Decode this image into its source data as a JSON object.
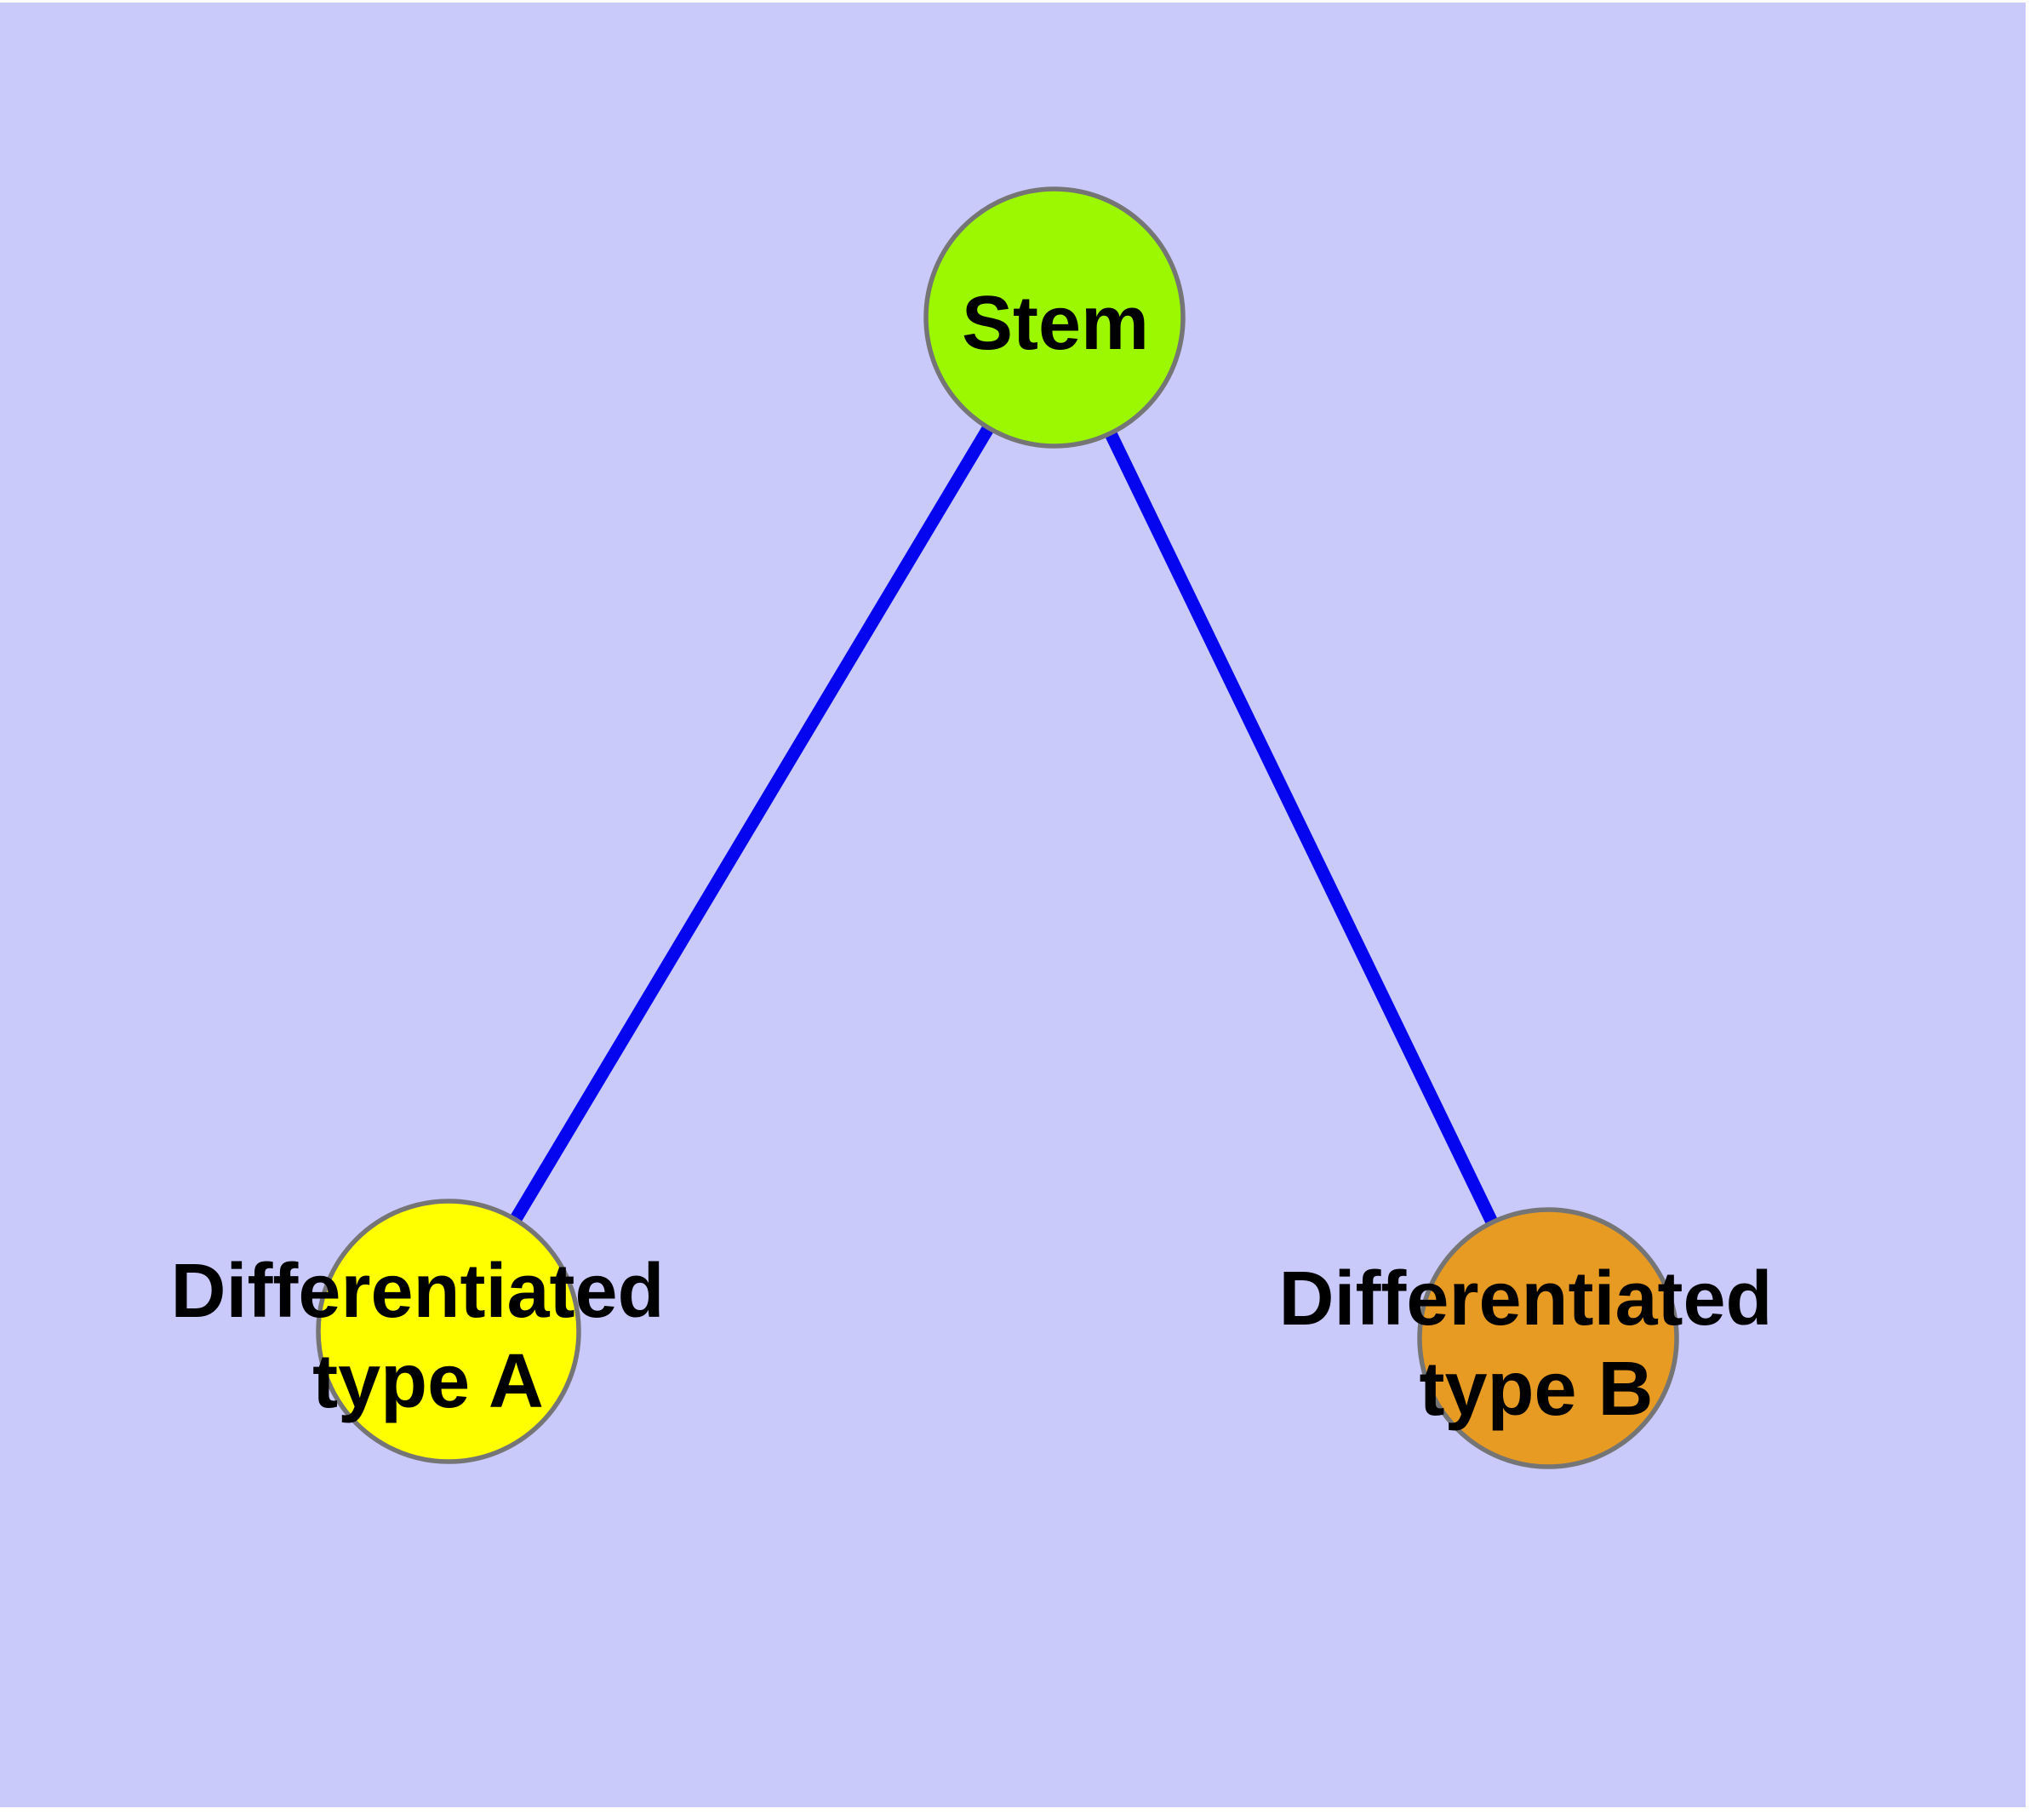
{
  "canvas": {
    "background_color": "#C9C9FA",
    "page_color": "#FFFFFF"
  },
  "diagram": {
    "type": "graph",
    "title": "",
    "text_color": "#000000",
    "node_border_color": "#757575",
    "edge_color": "#0505F0",
    "nodes": [
      {
        "id": "stem",
        "label": "Stem",
        "fill": "#9BF800",
        "border_color": "#757575"
      },
      {
        "id": "differentiated-type-a",
        "label_line1": "Differentiated",
        "label_line2": "type A",
        "fill": "#FFFF00",
        "border_color": "#757575"
      },
      {
        "id": "differentiated-type-b",
        "label_line1": "Differentiated",
        "label_line2": "type B",
        "fill": "#E89B23",
        "border_color": "#757575"
      }
    ],
    "edges": [
      {
        "from": "Stem",
        "to": "Differentiated type A",
        "color": "#0505F0"
      },
      {
        "from": "Stem",
        "to": "Differentiated type B",
        "color": "#0505F0"
      }
    ]
  }
}
